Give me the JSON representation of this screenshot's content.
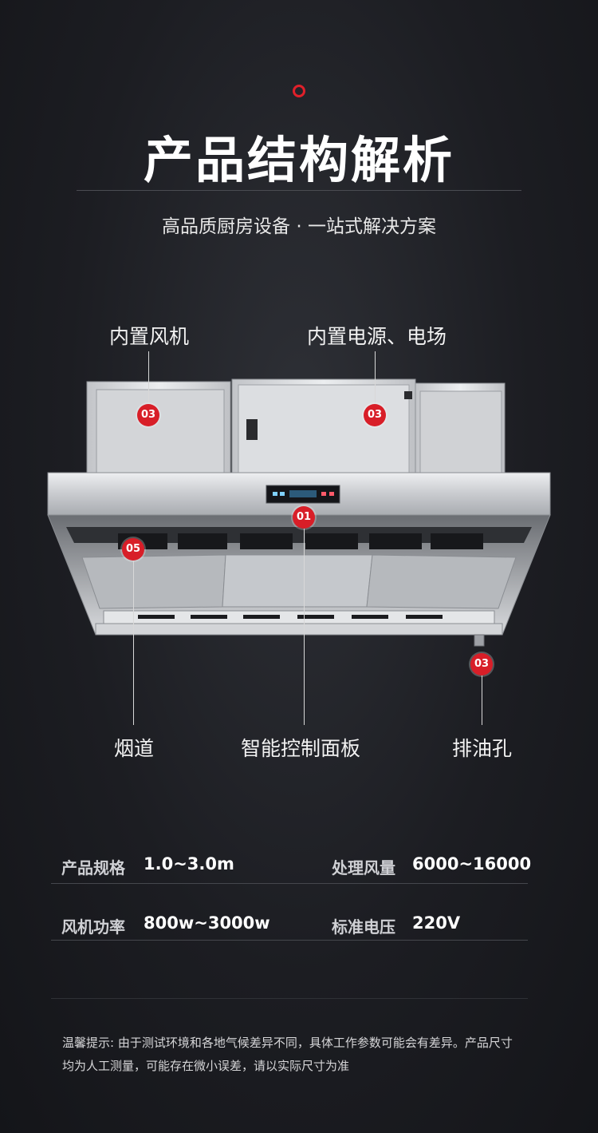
{
  "header": {
    "title": "产品结构解析",
    "subtitle": "高品质厨房设备 · 一站式解决方案"
  },
  "callouts": {
    "fan": {
      "label": "内置风机",
      "badge": "03"
    },
    "power": {
      "label": "内置电源、电场",
      "badge": "03"
    },
    "panel": {
      "label": "智能控制面板",
      "badge": "01"
    },
    "flue": {
      "label": "烟道",
      "badge": "05"
    },
    "drain": {
      "label": "排油孔",
      "badge": "03"
    }
  },
  "specs": {
    "size_label": "产品规格",
    "size_value": "1.0~3.0m",
    "airflow_label": "处理风量",
    "airflow_value": "6000~16000",
    "fan_power_label": "风机功率",
    "fan_power_value": "800w~3000w",
    "voltage_label": "标准电压",
    "voltage_value": "220V"
  },
  "note": {
    "line1": "温馨提示: 由于测试环境和各地气候差异不同，具体工作参数可能会有差异。产品尺寸",
    "line2": "均为人工测量，可能存在微小误差，请以实际尺寸为准"
  },
  "colors": {
    "accent": "#d81e28",
    "background": "#1c1d22"
  }
}
